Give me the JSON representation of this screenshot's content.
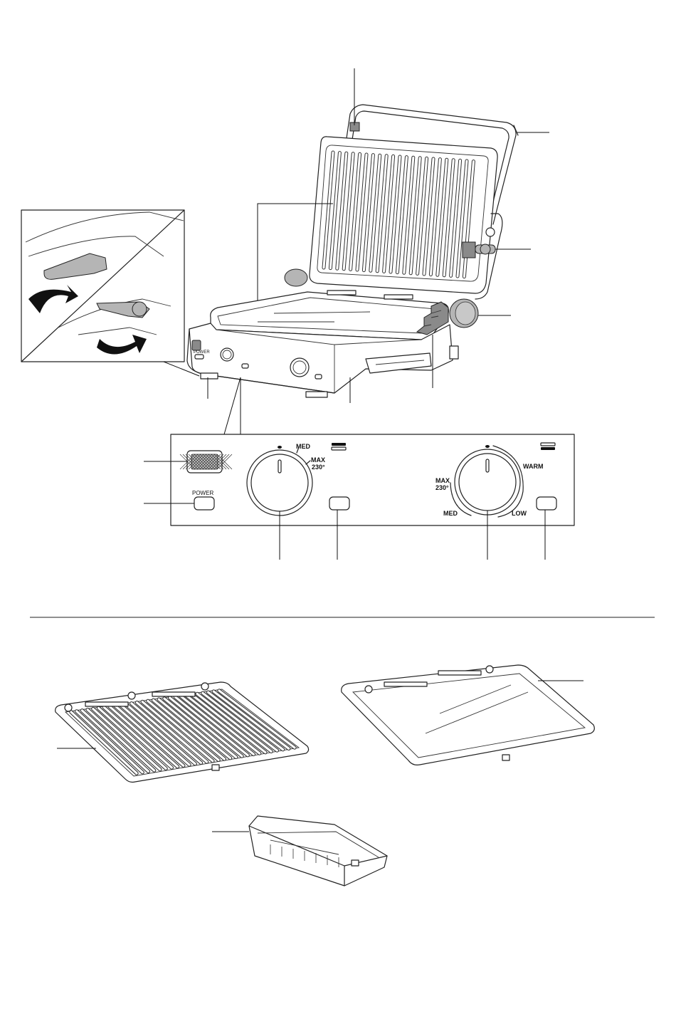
{
  "panel_closeup": {
    "power_label": "POWER",
    "left_dial": {
      "med": "MED",
      "max": "MAX",
      "max_temp": "230°"
    },
    "right_dial": {
      "max": "MAX",
      "max_temp": "230°",
      "warm": "WARM",
      "med": "MED",
      "low": "LOW"
    }
  },
  "grill_panel": {
    "power_label": "POWER"
  }
}
